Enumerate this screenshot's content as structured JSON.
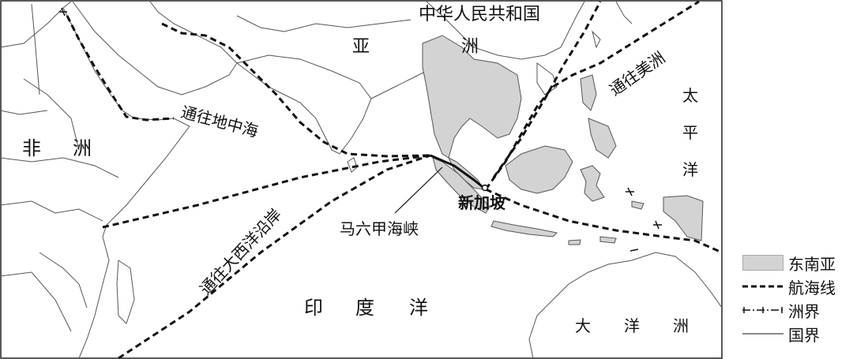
{
  "labels": {
    "china": "中华人民共和国",
    "asia_1": "亚",
    "asia_2": "洲",
    "africa_1": "非",
    "africa_2": "洲",
    "pacific_1": "太",
    "pacific_2": "平",
    "pacific_3": "洋",
    "indian_1": "印",
    "indian_2": "度",
    "indian_3": "洋",
    "oceania_1": "大",
    "oceania_2": "洋",
    "oceania_3": "洲",
    "route_med": "通往地中海",
    "route_atlantic": "通往大西洋沿岸",
    "route_america": "通往美洲",
    "malacca": "马六甲海峡",
    "singapore": "新加坡"
  },
  "legend": {
    "southeast_asia": "东南亚",
    "shipping_route": "航海线",
    "continent_boundary": "洲界",
    "country_boundary": "国界"
  },
  "colors": {
    "sea_region_fill": "#d3d3d3",
    "land_outline": "#555555",
    "route": "#111111"
  }
}
